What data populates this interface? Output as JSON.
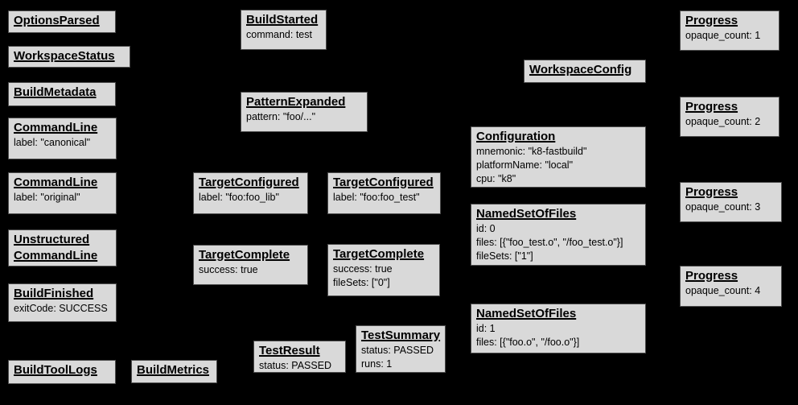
{
  "diagram": {
    "kind": "build-event-graph",
    "colors": {
      "background": "#000000",
      "box_fill": "#d9d9d9",
      "box_border": "#4d4d4d",
      "text": "#000000"
    }
  },
  "nodes": [
    {
      "title": "OptionsParsed",
      "lines": []
    },
    {
      "title": "WorkspaceStatus",
      "lines": []
    },
    {
      "title": "BuildMetadata",
      "lines": []
    },
    {
      "title": "CommandLine",
      "lines": [
        "label: \"canonical\""
      ]
    },
    {
      "title": "CommandLine",
      "lines": [
        "label: \"original\""
      ]
    },
    {
      "title": "Unstructured CommandLine",
      "lines": []
    },
    {
      "title": "BuildFinished",
      "lines": [
        "exitCode: SUCCESS"
      ]
    },
    {
      "title": "BuildToolLogs",
      "lines": []
    },
    {
      "title": "BuildMetrics",
      "lines": []
    },
    {
      "title": "BuildStarted",
      "lines": [
        "command: test"
      ]
    },
    {
      "title": "PatternExpanded",
      "lines": [
        "pattern: \"foo/...\""
      ]
    },
    {
      "title": "TargetConfigured",
      "lines": [
        "label: \"foo:foo_lib\""
      ]
    },
    {
      "title": "TargetConfigured",
      "lines": [
        "label: \"foo:foo_test\""
      ]
    },
    {
      "title": "TargetComplete",
      "lines": [
        "success: true"
      ]
    },
    {
      "title": "TargetComplete",
      "lines": [
        "success: true",
        "fileSets: [\"0\"]"
      ]
    },
    {
      "title": "TestResult",
      "lines": [
        "status: PASSED"
      ]
    },
    {
      "title": "TestSummary",
      "lines": [
        "status: PASSED",
        "runs: 1"
      ]
    },
    {
      "title": "WorkspaceConfig",
      "lines": []
    },
    {
      "title": "Configuration",
      "lines": [
        "mnemonic: \"k8-fastbuild\"",
        "platformName: \"local\"",
        "cpu: \"k8\""
      ]
    },
    {
      "title": "NamedSetOfFiles",
      "lines": [
        "id: 0",
        "files: [{\"foo_test.o\", \"/foo_test.o\"}]",
        "fileSets: [\"1\"]"
      ]
    },
    {
      "title": "NamedSetOfFiles",
      "lines": [
        "id: 1",
        "files: [{\"foo.o\", \"/foo.o\"}]"
      ]
    },
    {
      "title": "Progress",
      "lines": [
        "opaque_count: 1"
      ]
    },
    {
      "title": "Progress",
      "lines": [
        "opaque_count: 2"
      ]
    },
    {
      "title": "Progress",
      "lines": [
        "opaque_count: 3"
      ]
    },
    {
      "title": "Progress",
      "lines": [
        "opaque_count: 4"
      ]
    }
  ]
}
